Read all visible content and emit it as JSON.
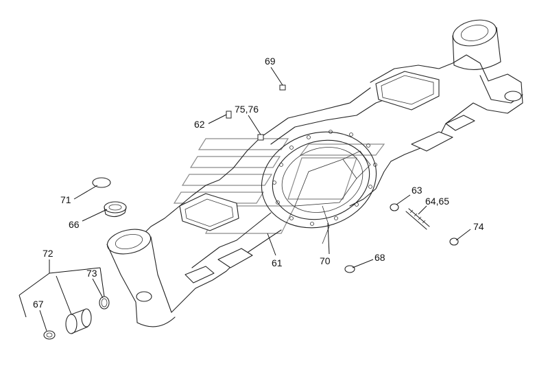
{
  "diagram": {
    "callouts": {
      "c61": "61",
      "c62": "62",
      "c63": "63",
      "c64_65": "64,65",
      "c66": "66",
      "c67": "67",
      "c68": "68",
      "c69": "69",
      "c70": "70",
      "c71": "71",
      "c72": "72",
      "c73": "73",
      "c74": "74",
      "c75_76": "75,76"
    },
    "colors": {
      "line": "#222222",
      "background": "#ffffff",
      "watermark": "#8a8a8a"
    }
  }
}
